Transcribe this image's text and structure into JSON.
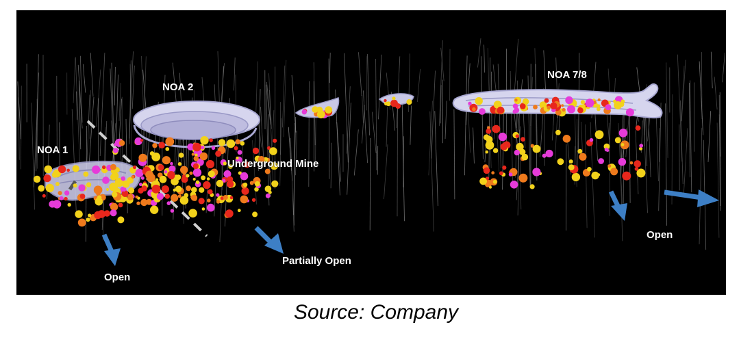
{
  "labels": {
    "noa1": "NOA 1",
    "noa2": "NOA 2",
    "noa78": "NOA 7/8",
    "underground": "Underground Mine",
    "open_left": "Open",
    "partially_open": "Partially Open",
    "open_right": "Open"
  },
  "caption": "Source: Company",
  "colors": {
    "background": "#000000",
    "pit_shell": "#c9c8e6",
    "arrow": "#3d7fc5",
    "drillholes": "#9a9a9a",
    "intercept_magenta": "#e63bd9",
    "intercept_red": "#e8271c",
    "intercept_orange": "#ef7a1c",
    "intercept_yellow": "#f2d21b"
  }
}
